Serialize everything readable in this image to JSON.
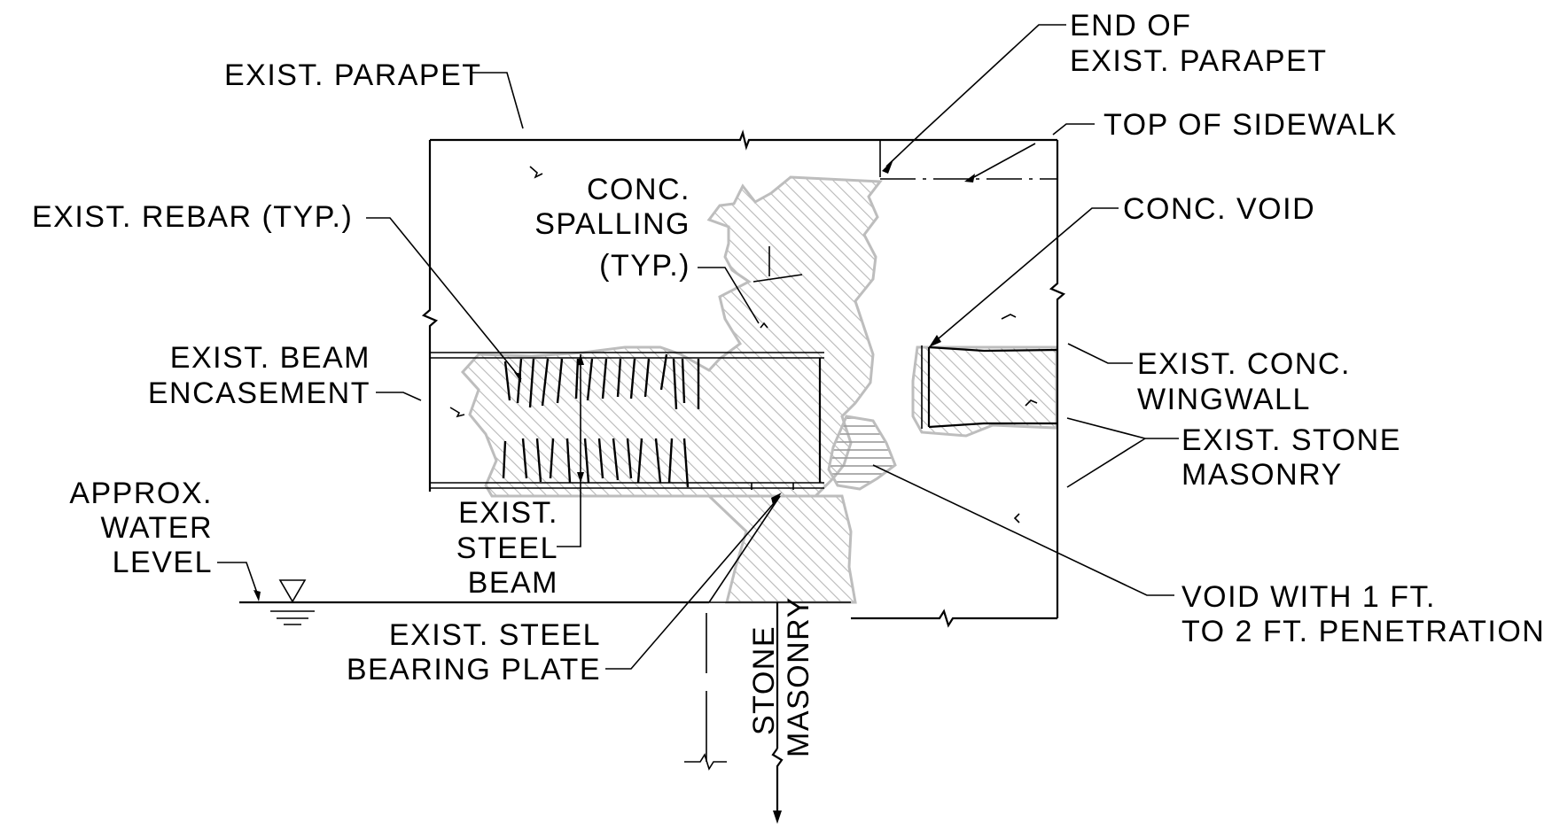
{
  "labels": {
    "end_of_parapet_1": "END OF",
    "end_of_parapet_2": "EXIST. PARAPET",
    "exist_parapet": "EXIST. PARAPET",
    "top_of_sidewalk": "TOP OF SIDEWALK",
    "conc_void": "CONC. VOID",
    "exist_rebar": "EXIST. REBAR (TYP.)",
    "conc_spalling_1": "CONC.",
    "conc_spalling_2": "SPALLING",
    "conc_spalling_3": "(TYP.)",
    "exist_beam_1": "EXIST. BEAM",
    "exist_beam_2": "ENCASEMENT",
    "wingwall_1": "EXIST. CONC.",
    "wingwall_2": "WINGWALL",
    "stone_masonry_1": "EXIST. STONE",
    "stone_masonry_2": "MASONRY",
    "water_1": "APPROX.",
    "water_2": "WATER",
    "water_3": "LEVEL",
    "steel_beam_1": "EXIST.",
    "steel_beam_2": "STEEL",
    "steel_beam_3": "BEAM",
    "void_pen_1": "VOID WITH 1 FT.",
    "void_pen_2": "TO 2 FT. PENETRATION",
    "bearing_plate_1": "EXIST. STEEL",
    "bearing_plate_2": "BEARING PLATE",
    "stone_vertical_1": "STONE",
    "stone_vertical_2": "MASONRY"
  }
}
